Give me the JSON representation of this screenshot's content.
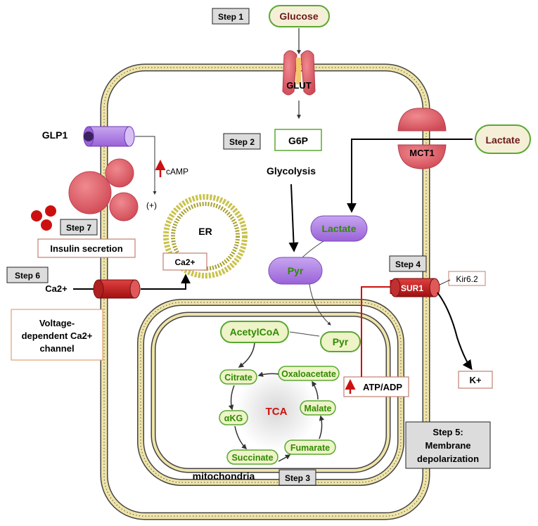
{
  "steps": {
    "s1": "Step 1",
    "s2": "Step 2",
    "s3": "Step 3",
    "s4": "Step 4",
    "s5a": "Step 5:",
    "s5b": "Membrane",
    "s5c": "depolarization",
    "s6": "Step 6",
    "s7": "Step 7"
  },
  "molecules": {
    "glucose": "Glucose",
    "glut": "GLUT",
    "g6p": "G6P",
    "glycolysis": "Glycolysis",
    "lactate_out": "Lactate",
    "mct1": "MCT1",
    "lactate_in": "Lactate",
    "pyr_cyto": "Pyr",
    "pyr_mito": "Pyr",
    "acetylcoa": "AcetylCoA",
    "atp_adp": "ATP/ADP",
    "sur1": "SUR1",
    "kir": "Kir6.2",
    "kplus": "K+",
    "glp1": "GLP1",
    "camp": "cAMP",
    "plus": "(+)",
    "er": "ER",
    "ca_er": "Ca2+",
    "ca_out": "Ca2+",
    "insulin": "Insulin secretion",
    "vdcc_1": "Voltage-",
    "vdcc_2": "dependent Ca2+",
    "vdcc_3": "channel",
    "mitochondria": "mitochondria"
  },
  "tca": {
    "center": "TCA",
    "citrate": "Citrate",
    "oxaloacetate": "Oxaloacetate",
    "malate": "Malate",
    "fumarate": "Fumarate",
    "succinate": "Succinate",
    "akg": "αKG"
  },
  "colors": {
    "green_text": "#2e8b00",
    "green_border": "#5aa832",
    "maroon_text": "#6b1a1a",
    "red": "#cc1111",
    "purple": "#a070d8",
    "membrane": "#e8dc9a",
    "pink": "#e86070"
  }
}
